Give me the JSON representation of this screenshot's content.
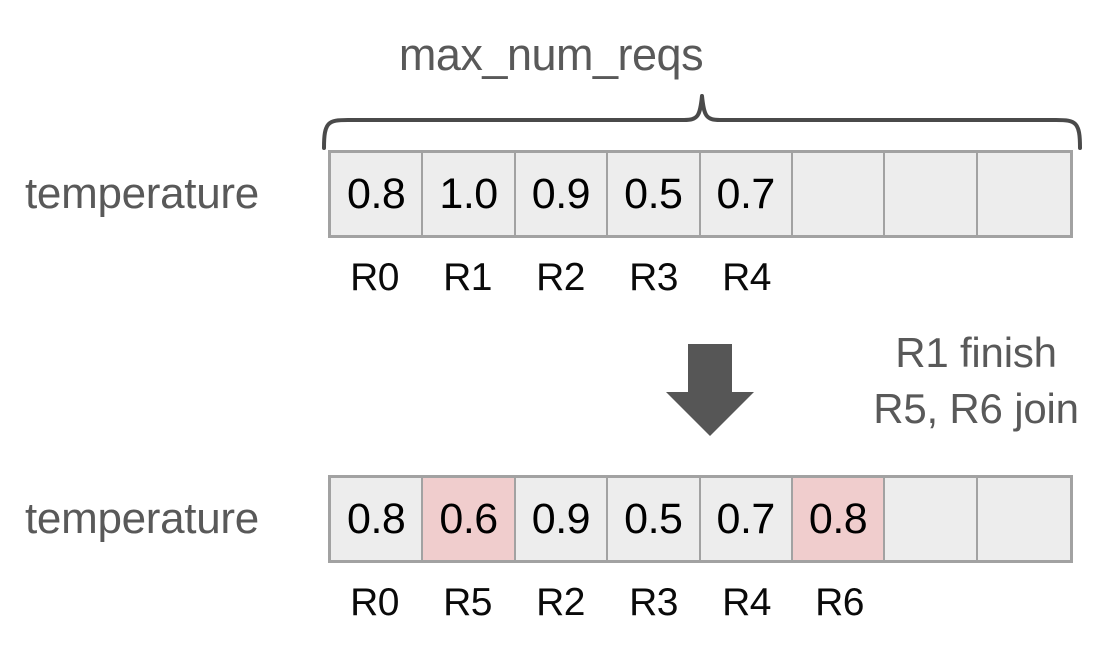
{
  "diagram": {
    "title": "max_num_reqs",
    "brace_label_icon": "curly-brace-icon",
    "transition_arrow_icon": "down-arrow-icon",
    "transition_note": {
      "line1": "R1 finish",
      "line2": "R5, R6 join"
    },
    "colors": {
      "cell_fill": "#ededed",
      "cell_border": "#a2a2a2",
      "highlight_fill": "#f0cdcd",
      "gray_text": "#595959",
      "value_text": "#000000",
      "arrow_fill": "#565656",
      "brace_stroke": "#4a4a4a",
      "background": "#ffffff"
    },
    "capacity": 8,
    "before": {
      "label": "temperature",
      "cells": [
        {
          "value": "0.8",
          "req": "R0",
          "highlighted": false
        },
        {
          "value": "1.0",
          "req": "R1",
          "highlighted": false
        },
        {
          "value": "0.9",
          "req": "R2",
          "highlighted": false
        },
        {
          "value": "0.5",
          "req": "R3",
          "highlighted": false
        },
        {
          "value": "0.7",
          "req": "R4",
          "highlighted": false
        },
        {
          "value": "",
          "req": "",
          "highlighted": false
        },
        {
          "value": "",
          "req": "",
          "highlighted": false
        },
        {
          "value": "",
          "req": "",
          "highlighted": false
        }
      ]
    },
    "after": {
      "label": "temperature",
      "cells": [
        {
          "value": "0.8",
          "req": "R0",
          "highlighted": false
        },
        {
          "value": "0.6",
          "req": "R5",
          "highlighted": true
        },
        {
          "value": "0.9",
          "req": "R2",
          "highlighted": false
        },
        {
          "value": "0.5",
          "req": "R3",
          "highlighted": false
        },
        {
          "value": "0.7",
          "req": "R4",
          "highlighted": false
        },
        {
          "value": "0.8",
          "req": "R6",
          "highlighted": true
        },
        {
          "value": "",
          "req": "",
          "highlighted": false
        },
        {
          "value": "",
          "req": "",
          "highlighted": false
        }
      ]
    }
  }
}
